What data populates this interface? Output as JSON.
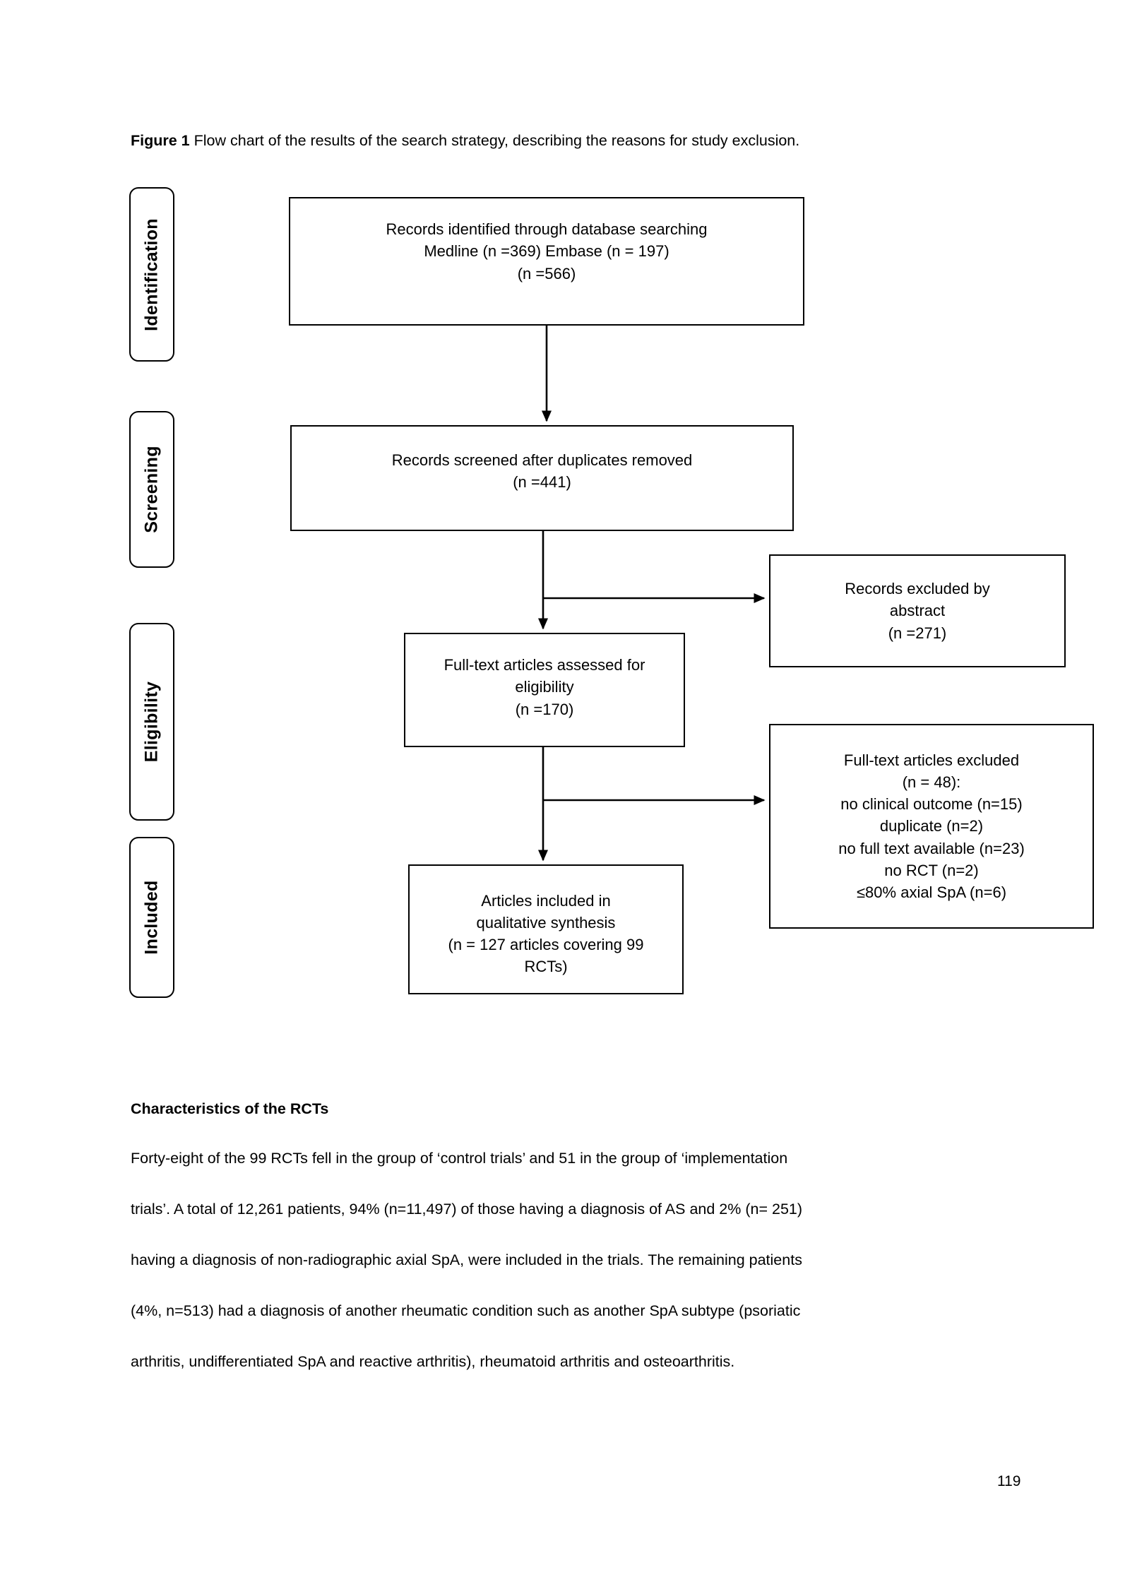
{
  "figure": {
    "caption_bold": "Figure 1",
    "caption_rest": " Flow chart of the results of the search strategy, describing the reasons for study exclusion.",
    "stages": [
      {
        "id": "identification",
        "label": "Identification"
      },
      {
        "id": "screening",
        "label": "Screening"
      },
      {
        "id": "eligibility",
        "label": "Eligibility"
      },
      {
        "id": "included",
        "label": "Included"
      }
    ],
    "boxes": {
      "identified": {
        "name": "records-identified",
        "lines": [
          "Records identified through database searching",
          "Medline (n =369) Embase (n = 197)",
          "(n =566)"
        ]
      },
      "screened": {
        "name": "records-screened",
        "lines": [
          "Records screened after duplicates removed",
          "(n =441)"
        ]
      },
      "excluded_abstract": {
        "name": "records-excluded-by-abstract",
        "lines": [
          "Records excluded by",
          "abstract",
          "(n =271)"
        ]
      },
      "fulltext_assessed": {
        "name": "fulltext-articles-assessed",
        "lines": [
          "Full-text articles assessed for",
          "eligibility",
          "(n =170)"
        ]
      },
      "excluded_fulltext": {
        "name": "fulltext-articles-excluded",
        "lines": [
          "Full-text articles excluded",
          "(n = 48):",
          "no clinical outcome (n=15)",
          "duplicate (n=2)",
          "no full text available (n=23)",
          "no RCT (n=2)",
          "≤80% axial SpA (n=6)"
        ]
      },
      "included": {
        "name": "articles-included",
        "lines": [
          "Articles included in",
          "qualitative synthesis",
          "(n = 127 articles covering 99",
          "RCTs)"
        ]
      }
    }
  },
  "chart_data": {
    "type": "diagram",
    "title": "Flow chart of the results of the search strategy, describing the reasons for study exclusion.",
    "nodes": [
      {
        "id": "identified",
        "stage": "Identification",
        "label": "Records identified through database searching",
        "n": 566,
        "sources": {
          "Medline": 369,
          "Embase": 197
        }
      },
      {
        "id": "screened",
        "stage": "Screening",
        "label": "Records screened after duplicates removed",
        "n": 441
      },
      {
        "id": "excluded_abstract",
        "stage": "Screening",
        "label": "Records excluded by abstract",
        "n": 271
      },
      {
        "id": "fulltext_assessed",
        "stage": "Eligibility",
        "label": "Full-text articles assessed for eligibility",
        "n": 170
      },
      {
        "id": "excluded_fulltext",
        "stage": "Eligibility",
        "label": "Full-text articles excluded",
        "n": 48,
        "reasons": [
          {
            "reason": "no clinical outcome",
            "n": 15
          },
          {
            "reason": "duplicate",
            "n": 2
          },
          {
            "reason": "no full text available",
            "n": 23
          },
          {
            "reason": "no RCT",
            "n": 2
          },
          {
            "reason": "≤80% axial SpA",
            "n": 6
          }
        ]
      },
      {
        "id": "included",
        "stage": "Included",
        "label": "Articles included in qualitative synthesis",
        "n_articles": 127,
        "n_rcts": 99
      }
    ],
    "edges": [
      {
        "from": "identified",
        "to": "screened"
      },
      {
        "from": "screened",
        "to": "fulltext_assessed"
      },
      {
        "from": "screened",
        "to": "excluded_abstract"
      },
      {
        "from": "fulltext_assessed",
        "to": "included"
      },
      {
        "from": "fulltext_assessed",
        "to": "excluded_fulltext"
      }
    ]
  },
  "body": {
    "heading": "Characteristics of the RCTs",
    "paragraph_lines": [
      "Forty-eight of the 99 RCTs fell in the group of ‘control trials’ and 51 in the group of ‘implementation",
      "trials’. A total of 12,261 patients, 94% (n=11,497) of those having a diagnosis of AS and 2% (n= 251)",
      "having a diagnosis of non-radiographic axial SpA, were included in the trials. The remaining patients",
      "(4%, n=513) had a diagnosis of another rheumatic condition such as another SpA subtype (psoriatic",
      "arthritis, undifferentiated SpA and reactive arthritis), rheumatoid arthritis and osteoarthritis."
    ]
  },
  "page_number": "119"
}
